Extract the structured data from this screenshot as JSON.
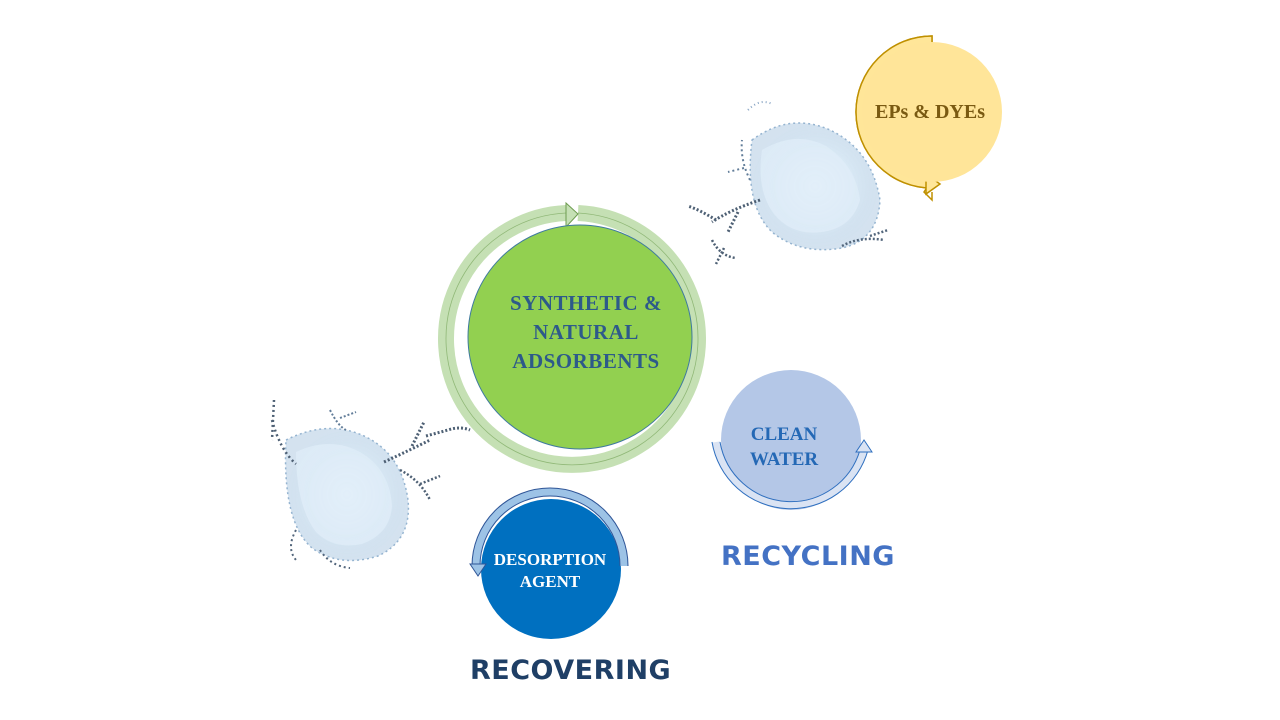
{
  "nodes": {
    "eps_dyes": {
      "label": "EPs & DYEs",
      "color": "#ffe599"
    },
    "adsorbents": {
      "label_lines": [
        "SYNTHETIC &",
        "NATURAL",
        "ADSORBENTS"
      ],
      "color": "#92d050"
    },
    "clean_water": {
      "label_lines": [
        "CLEAN",
        "WATER"
      ],
      "color": "#b4c7e7"
    },
    "desorption": {
      "label_lines": [
        "DESORPTION",
        "AGENT"
      ],
      "color": "#0070c0"
    }
  },
  "captions": {
    "recycling": "RECYCLING",
    "recovering": "RECOVERING"
  },
  "icons": [
    "water-splash-icon",
    "curved-arrow-icon"
  ]
}
